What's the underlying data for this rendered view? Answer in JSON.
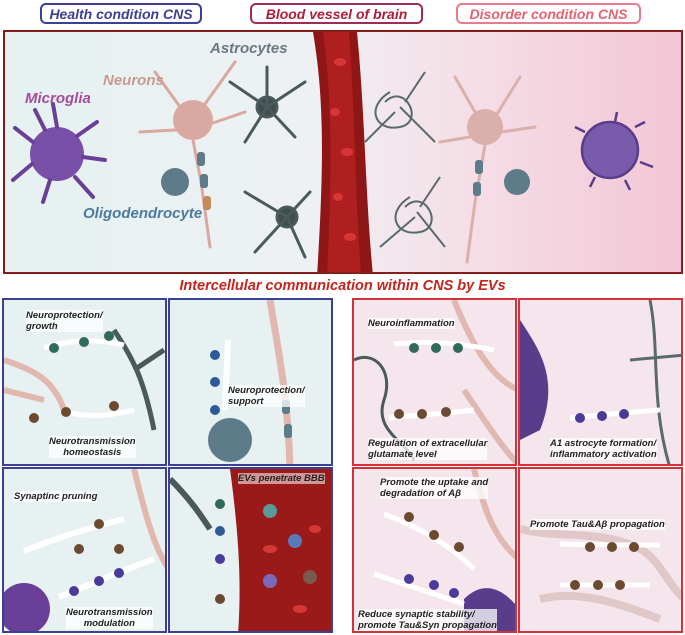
{
  "headers": {
    "health": "Health condition CNS",
    "vessel": "Blood vessel of brain",
    "disorder": "Disorder condition CNS"
  },
  "top": {
    "astrocytes": "Astrocytes",
    "neurons": "Neurons",
    "microglia": "Microglia",
    "oligodendrocyte": "Oligodendrocyte"
  },
  "middle_title": "Intercellular communication within CNS by EVs",
  "panels": {
    "p1": {
      "label_a": "Neuroprotection/\ngrowth",
      "label_b": "Neurotransmission\nhomeostasis"
    },
    "p2": {
      "label_a": "Neuroprotection/\nsupport"
    },
    "p3": {
      "label_a": "Synaptinc pruning",
      "label_b": "Neurotransmission\nmodulation"
    },
    "p4": {
      "label_a": "EVs penetrate BBB"
    },
    "p5": {
      "label_a": "Neuroinflammation",
      "label_b": "Regulation of extracellular\nglutamate level"
    },
    "p6": {
      "label_a": "A1 astrocyte formation/\ninflammatory activation"
    },
    "p7": {
      "label_a": "Promote the uptake and\ndegradation of Aβ",
      "label_b": "Reduce synaptic stability/\npromote Tau&Syn propagation"
    },
    "p8": {
      "label_a": "Promote Tau&Aβ propagation"
    }
  },
  "colors": {
    "health": "#3b3f95",
    "disorder": "#d6303a",
    "vessel": "#8b1a1a",
    "microglia": "#7a4fa8",
    "neuron": "#d9a8a0",
    "astrocyte": "#4a5a5a"
  }
}
